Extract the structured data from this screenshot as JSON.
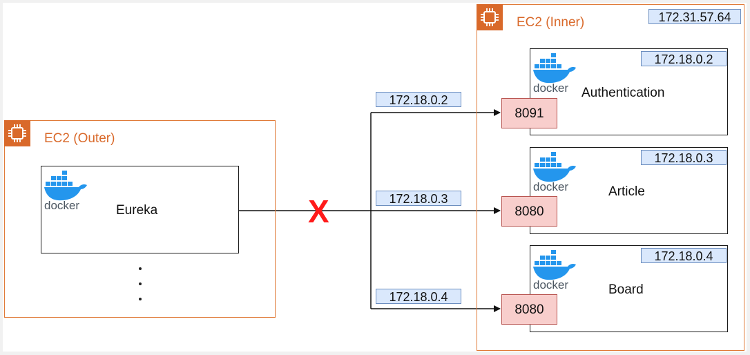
{
  "outer": {
    "title": "EC2 (Outer)",
    "icon": "ec2-chip-icon",
    "service": {
      "name": "Eureka",
      "logo_text": "docker"
    },
    "more_indicator": "⋮"
  },
  "inner": {
    "title": "EC2 (Inner)",
    "host_ip": "172.31.57.64",
    "icon": "ec2-chip-icon",
    "services": [
      {
        "name": "Authentication",
        "container_ip": "172.18.0.2",
        "port": "8091",
        "route_ip": "172.18.0.2",
        "logo_text": "docker"
      },
      {
        "name": "Article",
        "container_ip": "172.18.0.3",
        "port": "8080",
        "route_ip": "172.18.0.3",
        "logo_text": "docker"
      },
      {
        "name": "Board",
        "container_ip": "172.18.0.4",
        "port": "8080",
        "route_ip": "172.18.0.4",
        "logo_text": "docker"
      }
    ]
  },
  "blocked_marker": "X",
  "colors": {
    "ec2_orange": "#d9692a",
    "ip_fill": "#dae8fc",
    "ip_border": "#6c8ebf",
    "port_fill": "#f8cecc",
    "port_border": "#b85450",
    "blocked": "#ff1a1a",
    "docker_blue": "#2496ed"
  }
}
